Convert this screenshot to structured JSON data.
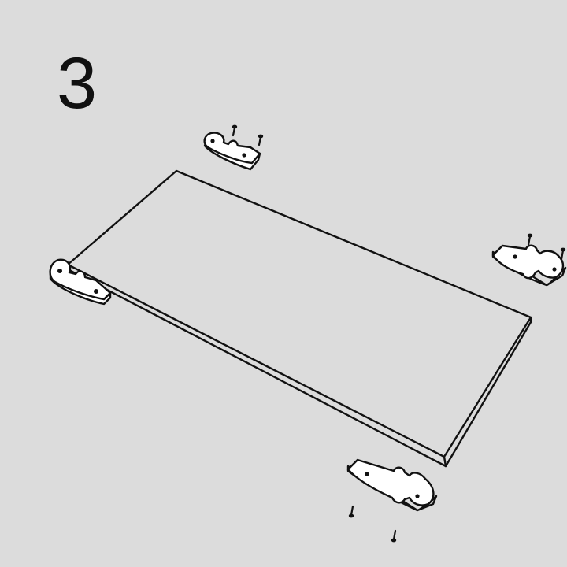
{
  "step": {
    "number": "3"
  },
  "colors": {
    "background": "#dcdcdc",
    "line": "#111111",
    "part_fill": "#ffffff"
  },
  "parts": {
    "panel": "shelf-panel",
    "brackets": [
      "bracket-back-left",
      "bracket-front-left",
      "bracket-back-right",
      "bracket-front-right"
    ],
    "screw_count": 6
  }
}
